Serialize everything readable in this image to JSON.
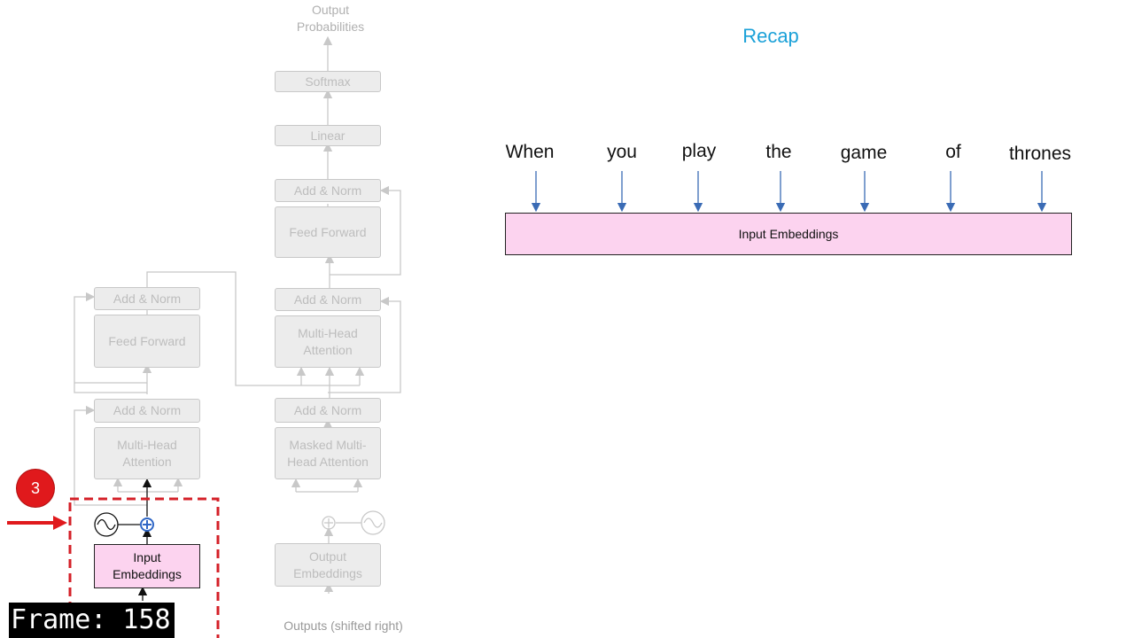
{
  "recap": {
    "title": "Recap",
    "words": [
      "When",
      "you",
      "play",
      "the",
      "game",
      "of",
      "thrones"
    ],
    "embedding_bar_label": "Input Embeddings"
  },
  "diagram": {
    "output_probabilities": "Output\nProbabilities",
    "softmax": "Softmax",
    "linear": "Linear",
    "add_norm": "Add & Norm",
    "feed_forward": "Feed Forward",
    "multi_head_attention": "Multi-Head\nAttention",
    "masked_multi_head_attention": "Masked Multi-\nHead Attention",
    "output_embeddings": "Output\nEmbeddings",
    "outputs_shifted_right": "Outputs (shifted right)",
    "input_embeddings": "Input\nEmbeddings"
  },
  "annotation": {
    "step_number": "3"
  },
  "overlay": {
    "frame_counter": "Frame: 158"
  },
  "colors": {
    "accent_title": "#1ba1d8",
    "highlight_box": "#fcd3ef",
    "badge": "#e0191c",
    "arrow_blue": "#3a6bb5",
    "dashed_border": "#d42028"
  }
}
